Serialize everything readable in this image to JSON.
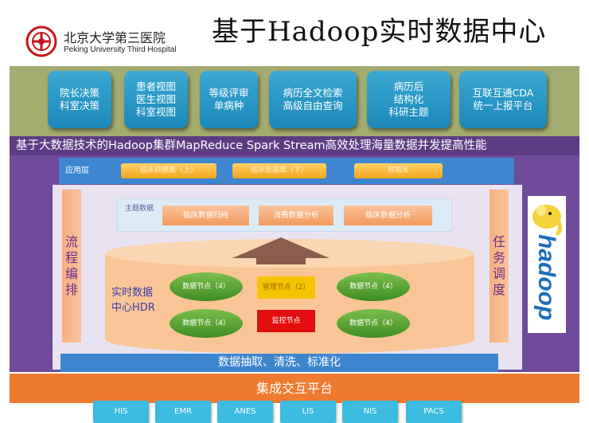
{
  "header": {
    "hospital_cn": "北京大学第三医院",
    "hospital_en": "Peking University Third Hospital",
    "title": "基于Hadoop实时数据中心"
  },
  "top_tiles": [
    {
      "label": "院长决策\n科室决策"
    },
    {
      "label": "患者视图\n医生视图\n科室视图"
    },
    {
      "label": "等级评审\n单病种"
    },
    {
      "label": "病历全文检索\n高级自由查询"
    },
    {
      "label": "病历后\n结构化\n科研主题"
    },
    {
      "label": "互联互通CDA\n统一上报平台"
    }
  ],
  "banner": "基于大数据技术的Hadoop集群MapReduce Spark Stream高效处理海量数据并发提高性能",
  "app_layer": {
    "label": "应用层",
    "buttons": [
      "临床数据集（上）",
      "临床数据集（下）",
      "数据库"
    ]
  },
  "side_left": "流程\n编排",
  "side_right": "任务\n调度",
  "subject_data": {
    "label": "主题数据",
    "buttons": [
      "临床数据归档",
      "消费数据分析",
      "临床数据分析"
    ]
  },
  "cylinder": {
    "caption": "实时数据\n中心HDR",
    "nodes": {
      "data_tl": "数据节点（4）",
      "mgmt": "管理节点（2）",
      "data_tr": "数据节点（4）",
      "data_bl": "数据节点（4）",
      "monitor": "监控节点",
      "data_br": "数据节点（4）"
    }
  },
  "extract_bar": "数据抽取、清洗、标准化",
  "integration_bar": "集成交互平台",
  "sources": [
    "HIS",
    "EMR",
    "ANES",
    "LIS",
    "NIS",
    "PACS"
  ],
  "hadoop_logo": "hadoop",
  "colors": {
    "olive": "#a4ab6f",
    "purple": "#6f4b9a",
    "blue": "#3e86d0",
    "orange": "#ee7b2f",
    "tile_blue": "#1b88b9",
    "source_blue": "#3bbbe0",
    "red_node": "#e20e0e",
    "yellow_node": "#f5c400"
  }
}
